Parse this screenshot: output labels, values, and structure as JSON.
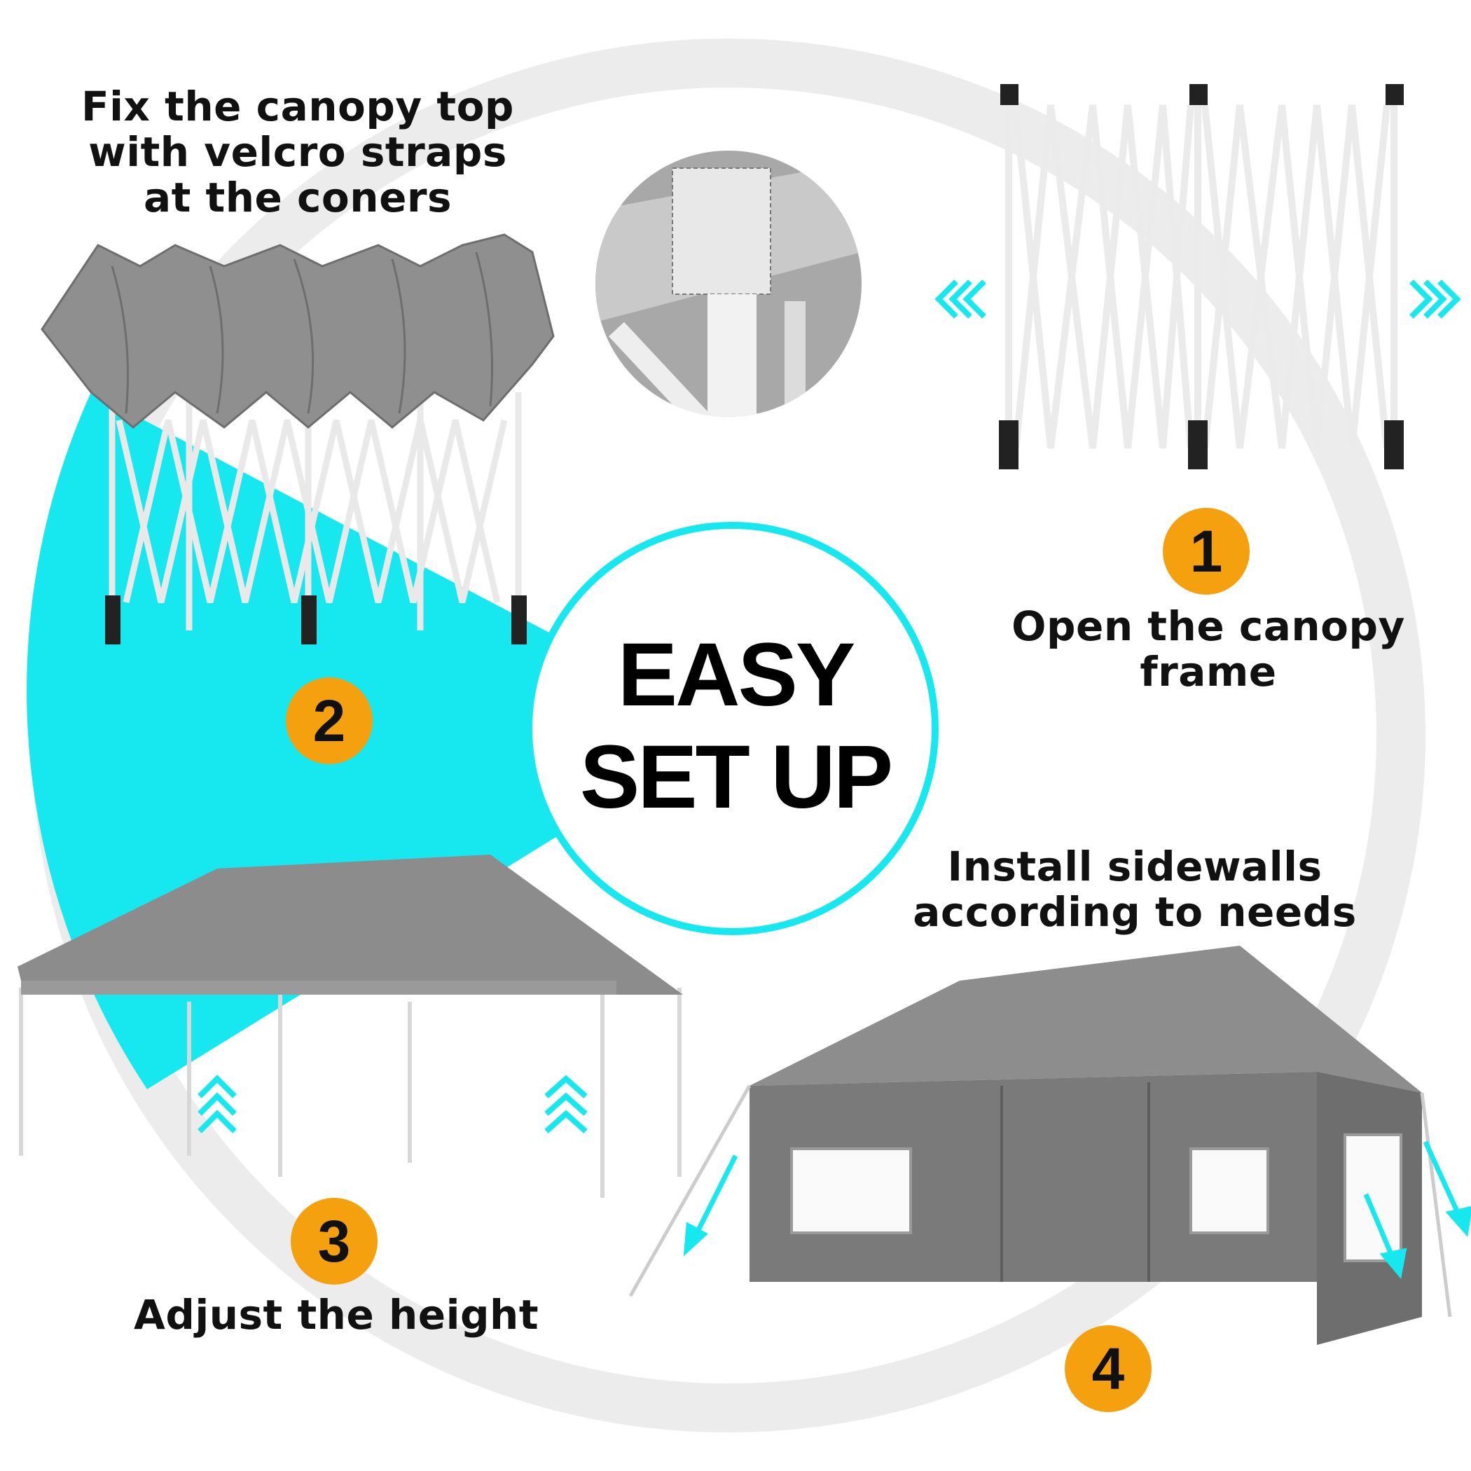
{
  "headline": {
    "line1": "EASY",
    "line2": "SET UP"
  },
  "steps": [
    {
      "number": "1",
      "lines": [
        "Open the canopy",
        "frame"
      ]
    },
    {
      "number": "2",
      "lines": [
        "Fix the canopy top",
        "with velcro straps",
        "at the coners"
      ]
    },
    {
      "number": "3",
      "lines": [
        "Adjust the height"
      ]
    },
    {
      "number": "4",
      "lines": [
        "Install sidewalls",
        "according to needs"
      ]
    }
  ],
  "colors": {
    "accent_cyan": "#17e8f0",
    "badge_orange": "#f5a10f",
    "canopy_gray": "#8a8a8a",
    "ring_gray": "#ececec",
    "frame_white": "#f4f4f4"
  },
  "icons": [
    "chevron-left-icon",
    "chevron-right-icon",
    "chevron-up-icon",
    "arrow-down-icon"
  ]
}
